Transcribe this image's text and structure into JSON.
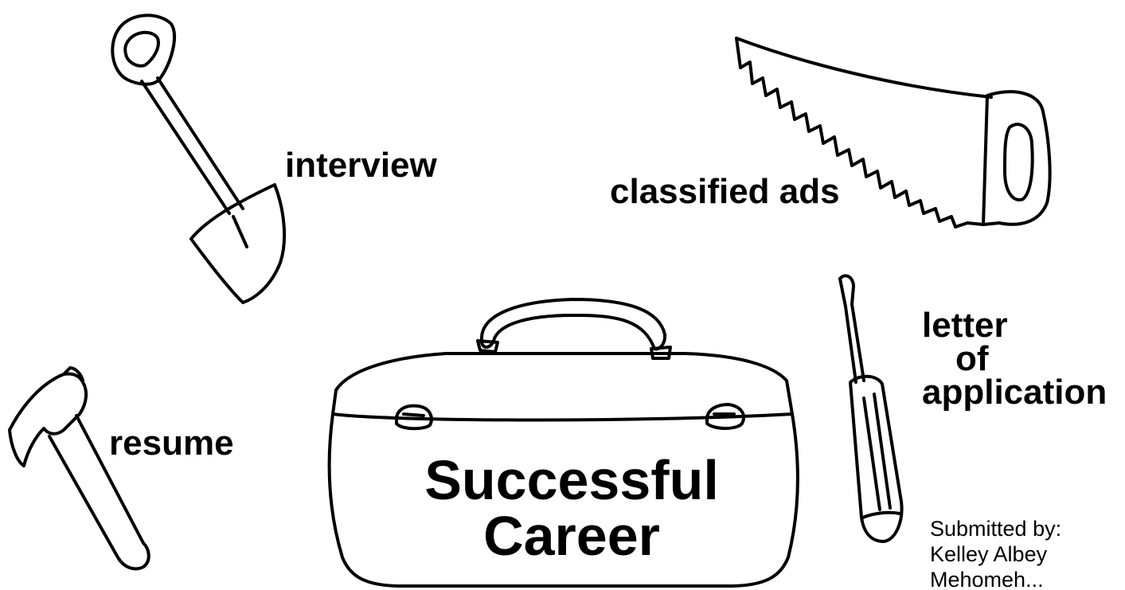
{
  "labels": {
    "interview": "interview",
    "classified_ads": "classified ads",
    "letter_line1": "letter",
    "letter_line2": "of",
    "letter_line3": "application",
    "resume": "resume"
  },
  "toolbox": {
    "line1": "Successful",
    "line2": "Career"
  },
  "credit": {
    "line1": "Submitted by:",
    "line2": "Kelley Albey",
    "line3": "Mehomeh..."
  },
  "icons": [
    "shovel-icon",
    "saw-icon",
    "screwdriver-icon",
    "hammer-icon",
    "toolbox-icon"
  ]
}
